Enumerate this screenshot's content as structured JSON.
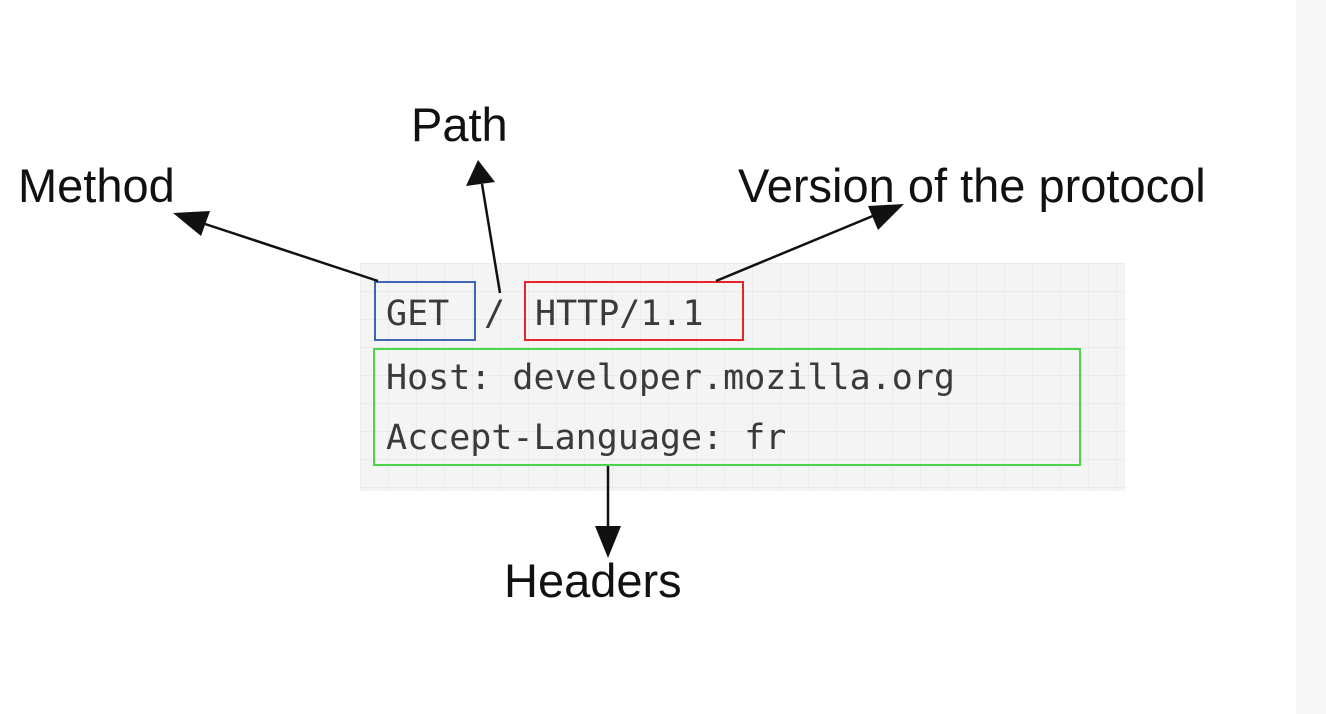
{
  "labels": {
    "method": "Method",
    "path": "Path",
    "version": "Version of the protocol",
    "headers": "Headers"
  },
  "request": {
    "method": "GET",
    "path": "/",
    "version": "HTTP/1.1",
    "header_lines": [
      "Host: developer.mozilla.org",
      "Accept-Language: fr"
    ]
  },
  "colors": {
    "method_box": "#3f66b5",
    "version_box": "#e3262b",
    "headers_box": "#4bd44b",
    "arrow": "#111111",
    "code_text": "#3a3a3a",
    "code_background": "#f4f4f4"
  }
}
